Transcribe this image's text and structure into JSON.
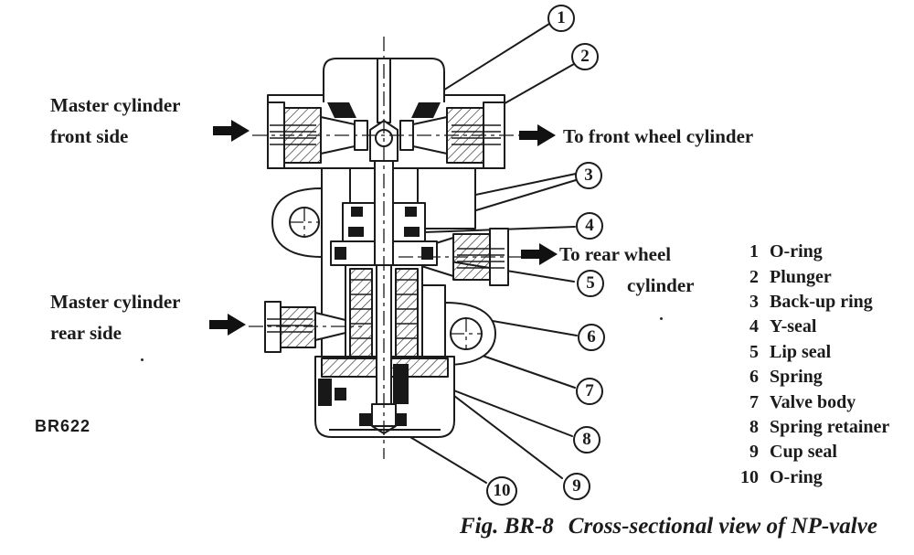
{
  "figure": {
    "code": "BR622",
    "caption_prefix": "Fig. BR-8",
    "caption_text": "Cross-sectional view of NP-valve"
  },
  "labels": {
    "master_front": {
      "lines": [
        "Master cylinder",
        "front side"
      ]
    },
    "master_rear": {
      "lines": [
        "Master cylinder",
        "rear side"
      ]
    },
    "to_front_wheel": "To front wheel cylinder",
    "to_rear_wheel": {
      "lines": [
        "To rear wheel",
        "cylinder"
      ]
    }
  },
  "callouts": [
    {
      "number": "1",
      "part": "O-ring"
    },
    {
      "number": "2",
      "part": "Plunger"
    },
    {
      "number": "3",
      "part": "Back-up ring"
    },
    {
      "number": "4",
      "part": "Y-seal"
    },
    {
      "number": "5",
      "part": "Lip seal"
    },
    {
      "number": "6",
      "part": "Spring"
    },
    {
      "number": "7",
      "part": "Valve body"
    },
    {
      "number": "8",
      "part": "Spring retainer"
    },
    {
      "number": "9",
      "part": "Cup seal"
    },
    {
      "number": "10",
      "part": "O-ring"
    }
  ],
  "parts": {
    "items": [
      {
        "number": "1",
        "name": "O-ring"
      },
      {
        "number": "2",
        "name": "Plunger"
      },
      {
        "number": "3",
        "name": "Back-up ring"
      },
      {
        "number": "4",
        "name": "Y-seal"
      },
      {
        "number": "5",
        "name": "Lip seal"
      },
      {
        "number": "6",
        "name": "Spring"
      },
      {
        "number": "7",
        "name": "Valve body"
      },
      {
        "number": "8",
        "name": "Spring retainer"
      },
      {
        "number": "9",
        "name": "Cup seal"
      },
      {
        "number": "10",
        "name": "O-ring"
      }
    ]
  },
  "colors": {
    "ink": "#1b1b1b",
    "paper": "#ffffff"
  }
}
